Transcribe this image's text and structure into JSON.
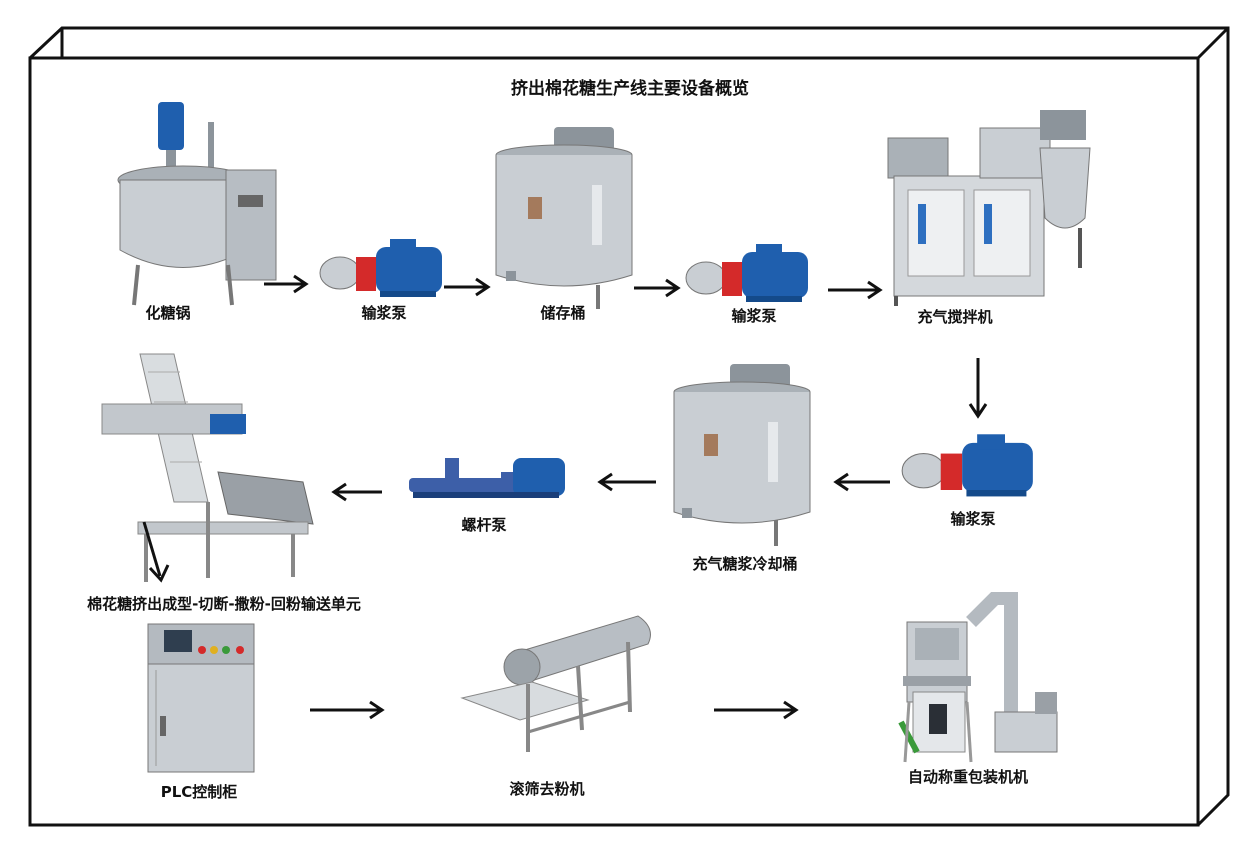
{
  "title": "挤出棉花糖生产线主要设备概览",
  "equipment": [
    {
      "id": "sugar-pot",
      "label": "化糖锅",
      "icon": "jacketed-kettle-icon"
    },
    {
      "id": "pump-1",
      "label": "输浆泵",
      "icon": "gear-pump-icon"
    },
    {
      "id": "storage-tank",
      "label": "储存桶",
      "icon": "storage-tank-icon"
    },
    {
      "id": "pump-2",
      "label": "输浆泵",
      "icon": "gear-pump-icon"
    },
    {
      "id": "aeration-mixer",
      "label": "充气搅拌机",
      "icon": "aeration-mixer-icon"
    },
    {
      "id": "pump-3",
      "label": "输浆泵",
      "icon": "gear-pump-icon"
    },
    {
      "id": "cooling-tank",
      "label": "充气糖浆冷却桶",
      "icon": "cooling-tank-icon"
    },
    {
      "id": "screw-pump",
      "label": "螺杆泵",
      "icon": "screw-pump-icon"
    },
    {
      "id": "extrusion-unit",
      "label": "棉花糖挤出成型-切断-撒粉-回粉输送单元",
      "icon": "extrusion-conveyor-icon"
    },
    {
      "id": "plc-cabinet",
      "label": "PLC控制柜",
      "icon": "control-cabinet-icon"
    },
    {
      "id": "drum-sieve",
      "label": "滚筛去粉机",
      "icon": "drum-sieve-icon"
    },
    {
      "id": "packing-machine",
      "label": "自动称重包装机机",
      "icon": "packing-machine-icon"
    }
  ],
  "colors": {
    "stainless": "#c9ced3",
    "stainless_dark": "#8c949b",
    "motor_blue": "#1f5fae",
    "pump_red": "#d42a2a",
    "frame": "#111111"
  }
}
